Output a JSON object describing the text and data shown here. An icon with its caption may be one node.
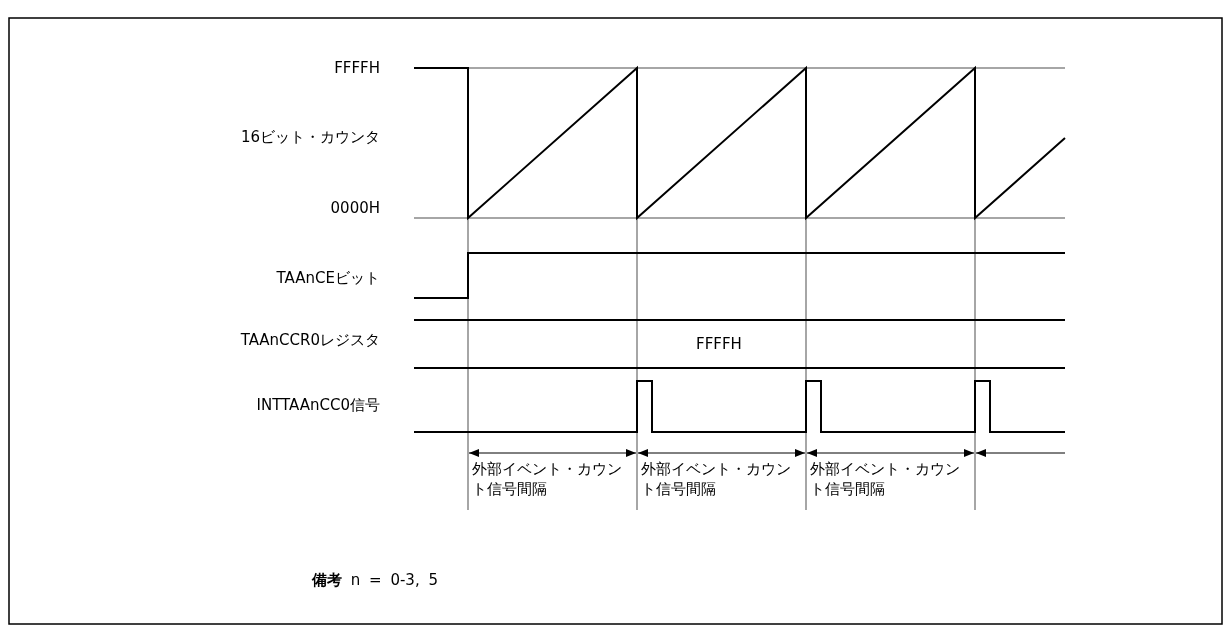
{
  "diagram": {
    "labels": [
      "FFFFH",
      "16ビット・カウンタ",
      "0000H",
      "TAAnCEビット",
      "TAAnCCR0レジスタ",
      "INTTAAnCC0信号",
      "FFFFH",
      "外部イベント・カウント信号間隔",
      "外部イベント・カウント信号間隔",
      "外部イベント・カウント信号間隔",
      "**備考** n = 0-3, 5"
    ]
  }
}
